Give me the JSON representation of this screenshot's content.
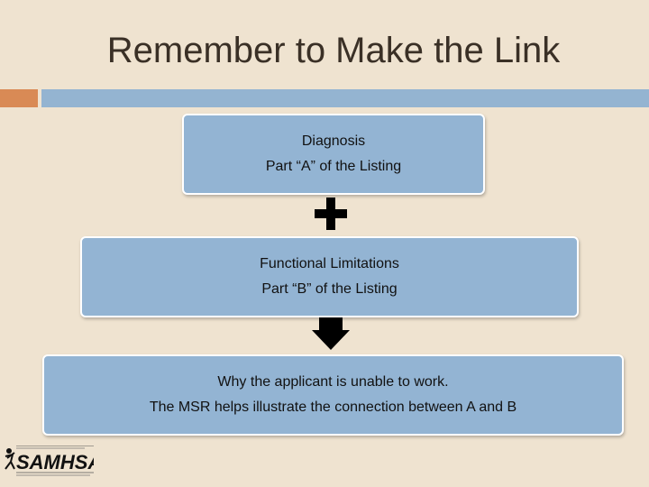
{
  "slide": {
    "title": "Remember to Make the Link"
  },
  "boxes": [
    {
      "line1": "Diagnosis",
      "line2": "Part “A” of the Listing"
    },
    {
      "line1": "Functional Limitations",
      "line2": "Part “B” of the Listing"
    },
    {
      "line1": "Why the applicant is unable to work.",
      "line2": "The MSR helps illustrate the connection between A and B"
    }
  ],
  "connectors": {
    "first": "plus-icon",
    "second": "down-arrow-icon"
  },
  "logo": {
    "text": "SAMHSA"
  },
  "colors": {
    "background": "#efe3d0",
    "accent_orange": "#d98a55",
    "accent_blue": "#94b4d1",
    "box_fill": "#93b4d3"
  }
}
